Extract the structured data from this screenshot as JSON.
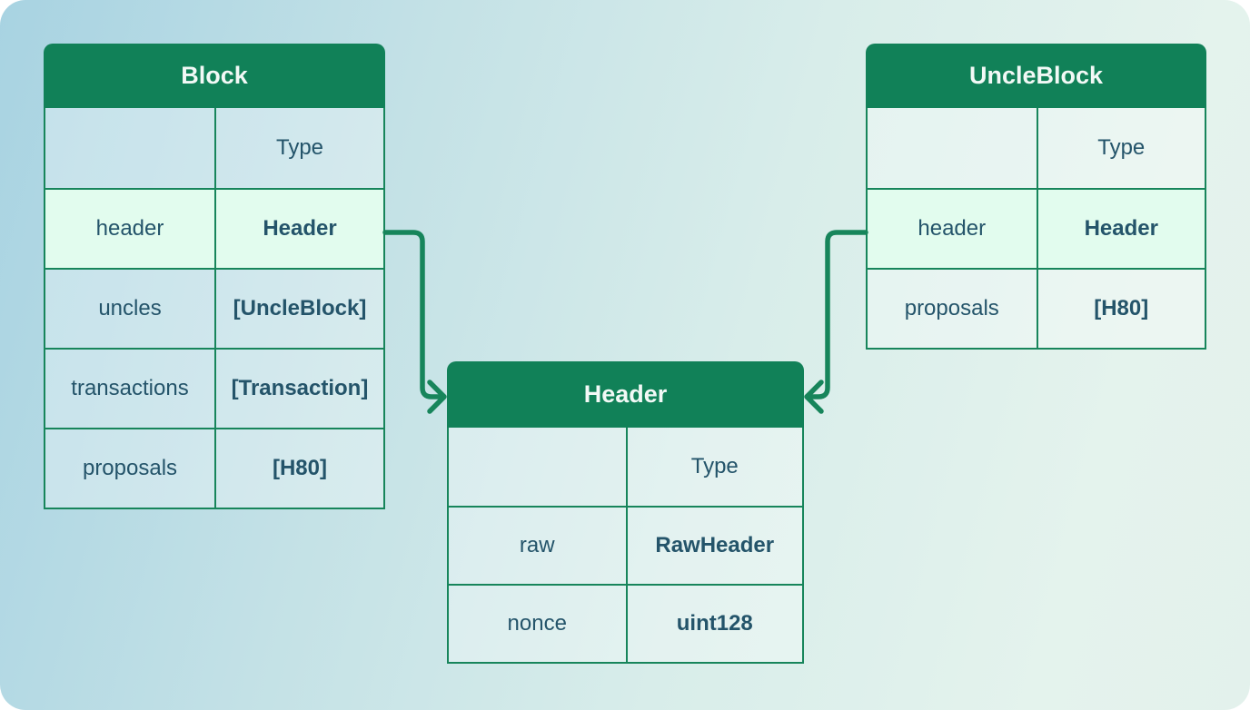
{
  "colors": {
    "title_bg": "#118158",
    "title_text": "#f2f9f6",
    "grid_border": "#17855b",
    "cell_text": "#24546a",
    "highlight_cell_bg": "#e2fcee",
    "connector": "#17855b",
    "background_gradient_start": "#a8d3e2",
    "background_gradient_end": "#e3f1ec"
  },
  "tables": [
    {
      "id": "block",
      "title": "Block",
      "column_header": "Type",
      "rows": [
        {
          "field": "header",
          "type": "Header",
          "highlight": true
        },
        {
          "field": "uncles",
          "type": "[UncleBlock]",
          "highlight": false
        },
        {
          "field": "transactions",
          "type": "[Transaction]",
          "highlight": false
        },
        {
          "field": "proposals",
          "type": "[H80]",
          "highlight": false
        }
      ]
    },
    {
      "id": "uncleblock",
      "title": "UncleBlock",
      "column_header": "Type",
      "rows": [
        {
          "field": "header",
          "type": "Header",
          "highlight": true
        },
        {
          "field": "proposals",
          "type": "[H80]",
          "highlight": false
        }
      ]
    },
    {
      "id": "header",
      "title": "Header",
      "column_header": "Type",
      "rows": [
        {
          "field": "raw",
          "type": "RawHeader",
          "highlight": false
        },
        {
          "field": "nonce",
          "type": "uint128",
          "highlight": false
        }
      ]
    }
  ],
  "relations": [
    {
      "from": "Block.header",
      "to": "Header"
    },
    {
      "from": "UncleBlock.header",
      "to": "Header"
    }
  ]
}
